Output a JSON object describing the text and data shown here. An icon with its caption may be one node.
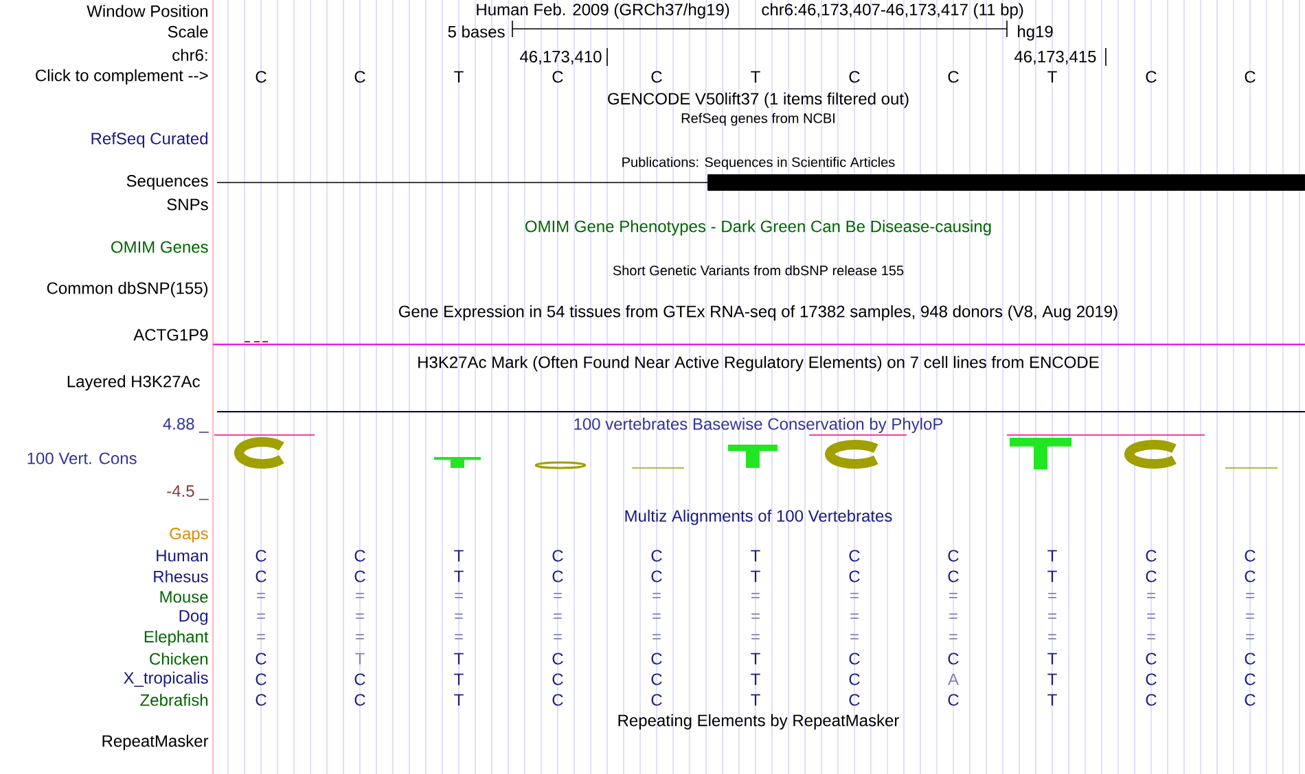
{
  "diagram": {
    "labels": [
      "Window Position",
      "Human Feb. 2009 (GRCh37/hg19)",
      "chr6:46,173,407-46,173,417 (11 bp)",
      "Scale",
      "5 bases",
      "hg19",
      "chr6:",
      "46,173,410",
      "46,173,415",
      "Click to complement -->",
      "C",
      "C",
      "T",
      "C",
      "C",
      "T",
      "C",
      "C",
      "T",
      "C",
      "C",
      "GENCODE V50lift37 (1 items filtered out)",
      "RefSeq genes from NCBI",
      "RefSeq Curated",
      "Publications: Sequences in Scientific Articles",
      "Sequences",
      "SNPs",
      "OMIM Gene Phenotypes - Dark Green Can Be Disease-causing",
      "OMIM Genes",
      "Short Genetic Variants from dbSNP release 155",
      "Common dbSNP(155)",
      "Gene Expression in 54 tissues from GTEx RNA-seq of 17382 samples, 948 donors (V8, Aug 2019)",
      "ACTG1P9",
      "H3K27Ac Mark (Often Found Near Active Regulatory Elements) on 7 cell lines from ENCODE",
      "Layered H3K27Ac",
      "4.88 _",
      "100 vertebrates Basewise Conservation by PhyloP",
      "100 Vert. Cons",
      "-4.5 _",
      "Multiz Alignments of 100 Vertebrates",
      "Gaps",
      "Human",
      "C",
      "C",
      "T",
      "C",
      "C",
      "T",
      "C",
      "C",
      "T",
      "C",
      "C",
      "Rhesus",
      "C",
      "C",
      "T",
      "C",
      "C",
      "T",
      "C",
      "C",
      "T",
      "C",
      "C",
      "Mouse",
      "=",
      "=",
      "=",
      "=",
      "=",
      "=",
      "=",
      "=",
      "=",
      "=",
      "=",
      "Dog",
      "=",
      "=",
      "=",
      "=",
      "=",
      "=",
      "=",
      "=",
      "=",
      "=",
      "=",
      "Elephant",
      "=",
      "=",
      "=",
      "=",
      "=",
      "=",
      "=",
      "=",
      "=",
      "=",
      "=",
      "Chicken",
      "C",
      "T",
      "T",
      "C",
      "C",
      "T",
      "C",
      "C",
      "T",
      "C",
      "C",
      "X_tropicalis",
      "C",
      "C",
      "T",
      "C",
      "C",
      "T",
      "C",
      "A",
      "T",
      "C",
      "C",
      "Zebrafish",
      "C",
      "C",
      "T",
      "C",
      "C",
      "T",
      "C",
      "C",
      "T",
      "C",
      "C",
      "Repeating Elements by RepeatMasker",
      "RepeatMasker"
    ]
  }
}
